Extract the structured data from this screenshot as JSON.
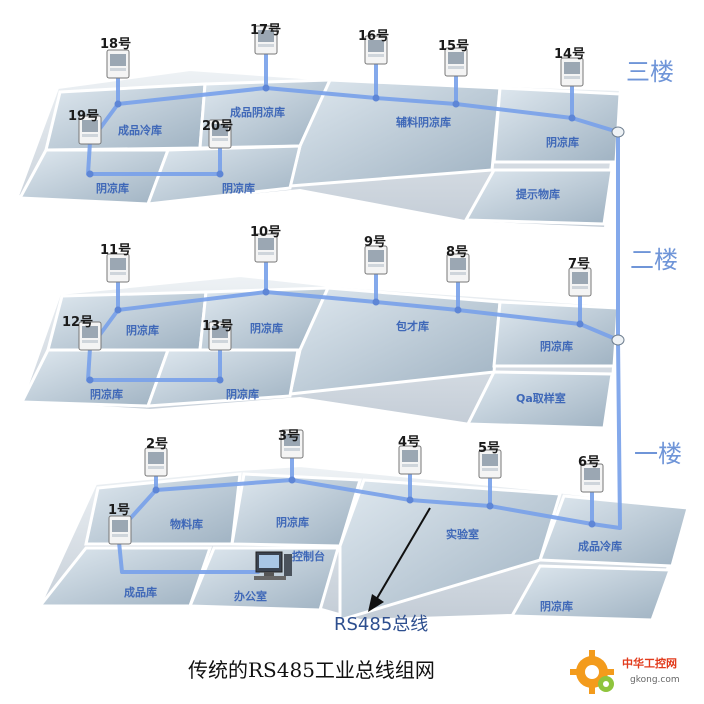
{
  "floors": [
    {
      "key": "f3",
      "label": "三楼"
    },
    {
      "key": "f2",
      "label": "二楼"
    },
    {
      "key": "f1",
      "label": "一楼"
    }
  ],
  "rooms": {
    "f3": [
      "成品冷库",
      "成品阴凉库",
      "辅料阴凉库",
      "阴凉库",
      "阴凉库",
      "阴凉库",
      "提示物库"
    ],
    "f2": [
      "阴凉库",
      "阴凉库",
      "包才库",
      "阴凉库",
      "阴凉库",
      "阴凉库",
      "Qa取样室"
    ],
    "f1": [
      "物料库",
      "阴凉库",
      "实验室",
      "成品冷库",
      "成品库",
      "办公室",
      "阴凉库",
      "控制台"
    ]
  },
  "nodes": [
    "1号",
    "2号",
    "3号",
    "4号",
    "5号",
    "6号",
    "7号",
    "8号",
    "9号",
    "10号",
    "11号",
    "12号",
    "13号",
    "14号",
    "15号",
    "16号",
    "17号",
    "18号",
    "19号",
    "20号"
  ],
  "bus_label": "RS485总线",
  "caption": "传统的RS485工业总线组网",
  "watermark": {
    "name": "中华工控网",
    "site": "gkong.com"
  },
  "colors": {
    "bus": "#7aa2ea",
    "floor": "#c9d4df",
    "room": "#a9bccb",
    "arrow": "#111111"
  }
}
